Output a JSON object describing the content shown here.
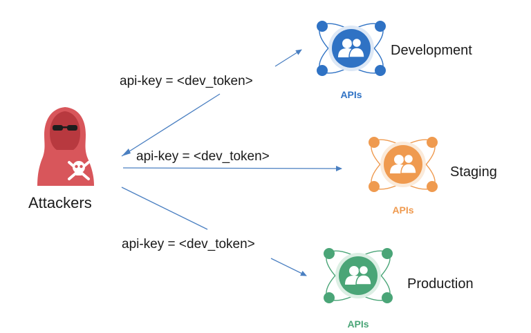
{
  "attacker": {
    "label": "Attackers",
    "icon": "hooded-hacker-icon",
    "color": "#d8565b"
  },
  "edges": [
    {
      "label": "api-key = <dev_token>",
      "direction": "api-to-attacker"
    },
    {
      "label": "api-key = <dev_token>",
      "direction": "attacker-to-api"
    },
    {
      "label": "api-key = <dev_token>",
      "direction": "attacker-to-api"
    }
  ],
  "environments": [
    {
      "name": "Development",
      "badge": "APIs",
      "icon": "users-network-icon",
      "color": "#2f72c4",
      "light": "#dde8f6"
    },
    {
      "name": "Staging",
      "badge": "APIs",
      "icon": "users-network-icon",
      "color": "#ef9a4f",
      "light": "#fbead9"
    },
    {
      "name": "Production",
      "badge": "APIs",
      "icon": "users-network-icon",
      "color": "#4aa577",
      "light": "#dcefe4"
    }
  ],
  "arrow_color": "#4a7fc1"
}
